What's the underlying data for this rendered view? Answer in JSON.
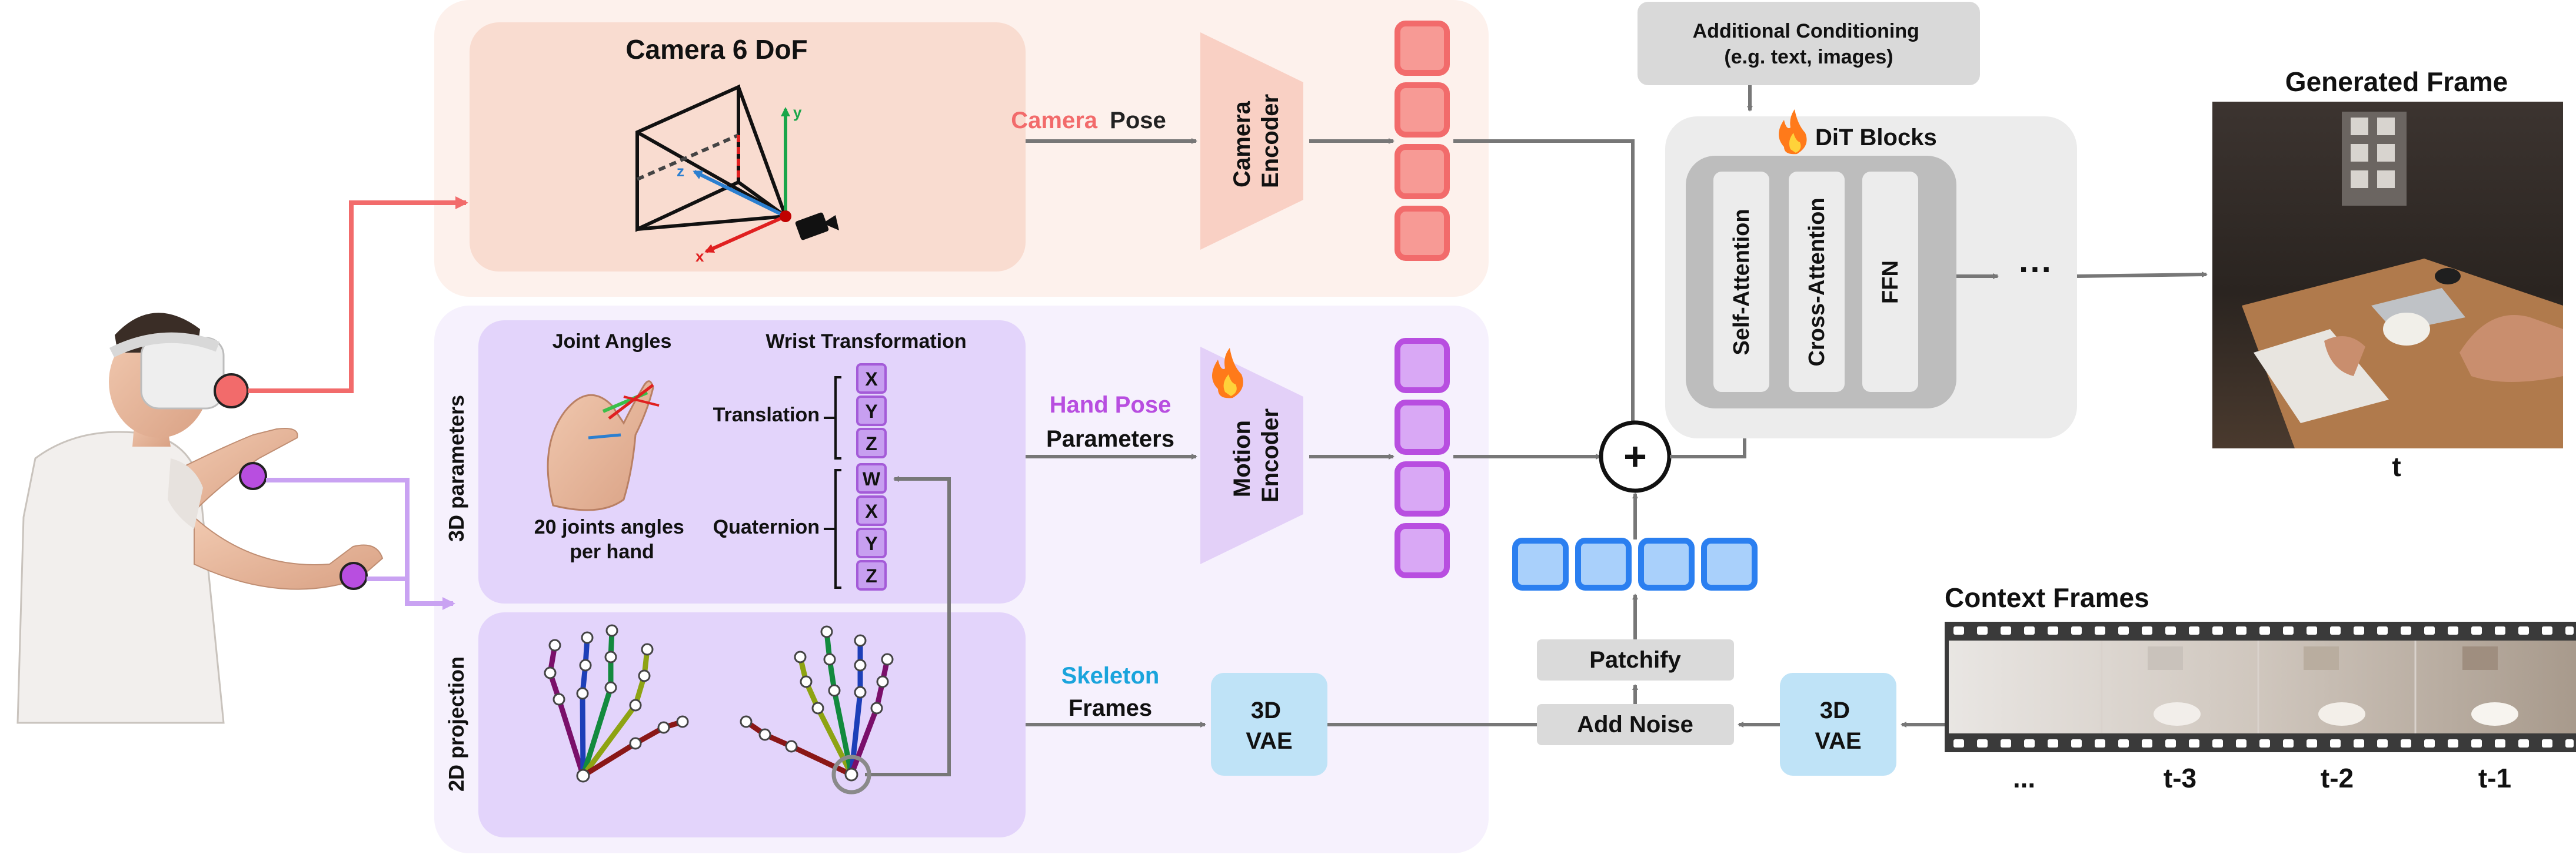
{
  "colors": {
    "camera": "#f26b6b",
    "hand": "#b84ee0",
    "skeleton": "#1aa4dc",
    "noise_token": "#2b7ff0",
    "arrow": "#777777"
  },
  "camera_panel": {
    "title": "Camera 6 DoF",
    "axes": {
      "x": "x",
      "y": "y",
      "z": "z"
    },
    "pose_label_1": "Camera",
    "pose_label_2": "Pose",
    "encoder_label_1": "Camera",
    "encoder_label_2": "Encoder"
  },
  "hand_panel": {
    "params_side_label": "3D parameters",
    "projection_side_label": "2D projection",
    "joint_angles_label": "Joint Angles",
    "wrist_label": "Wrist Transformation",
    "translation_label": "Translation",
    "quaternion_label": "Quaternion",
    "translation_components": [
      "X",
      "Y",
      "Z"
    ],
    "quaternion_components": [
      "W",
      "X",
      "Y",
      "Z"
    ],
    "joints_caption_1": "20 joints angles",
    "joints_caption_2": "per hand",
    "hand_pose_label_1": "Hand Pose",
    "hand_pose_label_2": "Parameters",
    "motion_encoder_label_1": "Motion",
    "motion_encoder_label_2": "Encoder",
    "skeleton_label_1": "Skeleton",
    "skeleton_label_2": "Frames"
  },
  "vae": {
    "left_label_1": "3D",
    "left_label_2": "VAE",
    "right_label_1": "3D",
    "right_label_2": "VAE"
  },
  "processing": {
    "patchify_label": "Patchify",
    "add_noise_label": "Add Noise",
    "plus_symbol": "+"
  },
  "dit": {
    "conditioning_line_1": "Additional Conditioning",
    "conditioning_line_2": "(e.g. text, images)",
    "title": "DiT Blocks",
    "fire_icon": "fire-icon",
    "blocks": [
      "Self-Attention",
      "Cross-Attention",
      "FFN"
    ],
    "ellipsis": "···"
  },
  "output": {
    "title": "Generated Frame",
    "time_label": "t"
  },
  "context": {
    "title": "Context Frames",
    "time_labels": [
      "...",
      "t-3",
      "t-2",
      "t-1"
    ]
  }
}
